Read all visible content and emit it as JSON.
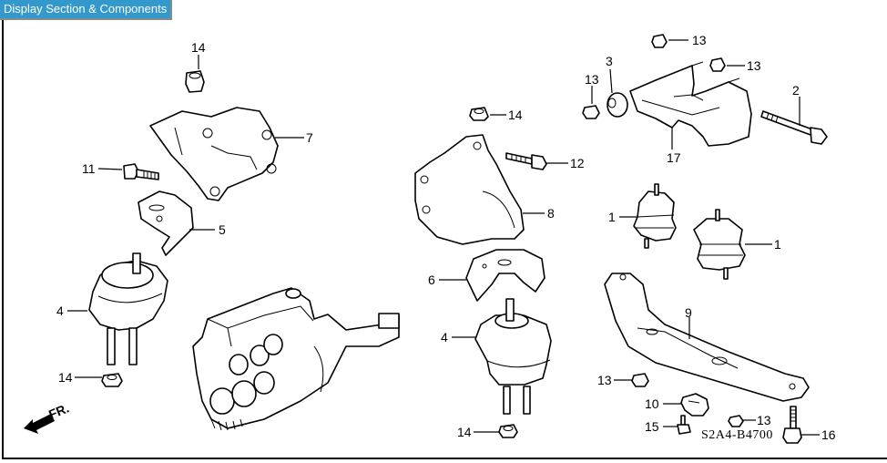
{
  "header": {
    "title_button": "Display Section & Components"
  },
  "diagram": {
    "code": "S2A4-B4700",
    "front_indicator": "FR.",
    "callouts": [
      {
        "id": "c14a",
        "label": "14"
      },
      {
        "id": "c7",
        "label": "7"
      },
      {
        "id": "c11",
        "label": "11"
      },
      {
        "id": "c5",
        "label": "5"
      },
      {
        "id": "c4a",
        "label": "4"
      },
      {
        "id": "c14b",
        "label": "14"
      },
      {
        "id": "c14c",
        "label": "14"
      },
      {
        "id": "c12",
        "label": "12"
      },
      {
        "id": "c8",
        "label": "8"
      },
      {
        "id": "c6",
        "label": "6"
      },
      {
        "id": "c4b",
        "label": "4"
      },
      {
        "id": "c14d",
        "label": "14"
      },
      {
        "id": "c13a",
        "label": "13"
      },
      {
        "id": "c13b",
        "label": "13"
      },
      {
        "id": "c13c",
        "label": "13"
      },
      {
        "id": "c3",
        "label": "3"
      },
      {
        "id": "c17",
        "label": "17"
      },
      {
        "id": "c2",
        "label": "2"
      },
      {
        "id": "c1a",
        "label": "1"
      },
      {
        "id": "c1b",
        "label": "1"
      },
      {
        "id": "c9",
        "label": "9"
      },
      {
        "id": "c13d",
        "label": "13"
      },
      {
        "id": "c10",
        "label": "10"
      },
      {
        "id": "c13e",
        "label": "13"
      },
      {
        "id": "c15",
        "label": "15"
      },
      {
        "id": "c16",
        "label": "16"
      }
    ]
  }
}
